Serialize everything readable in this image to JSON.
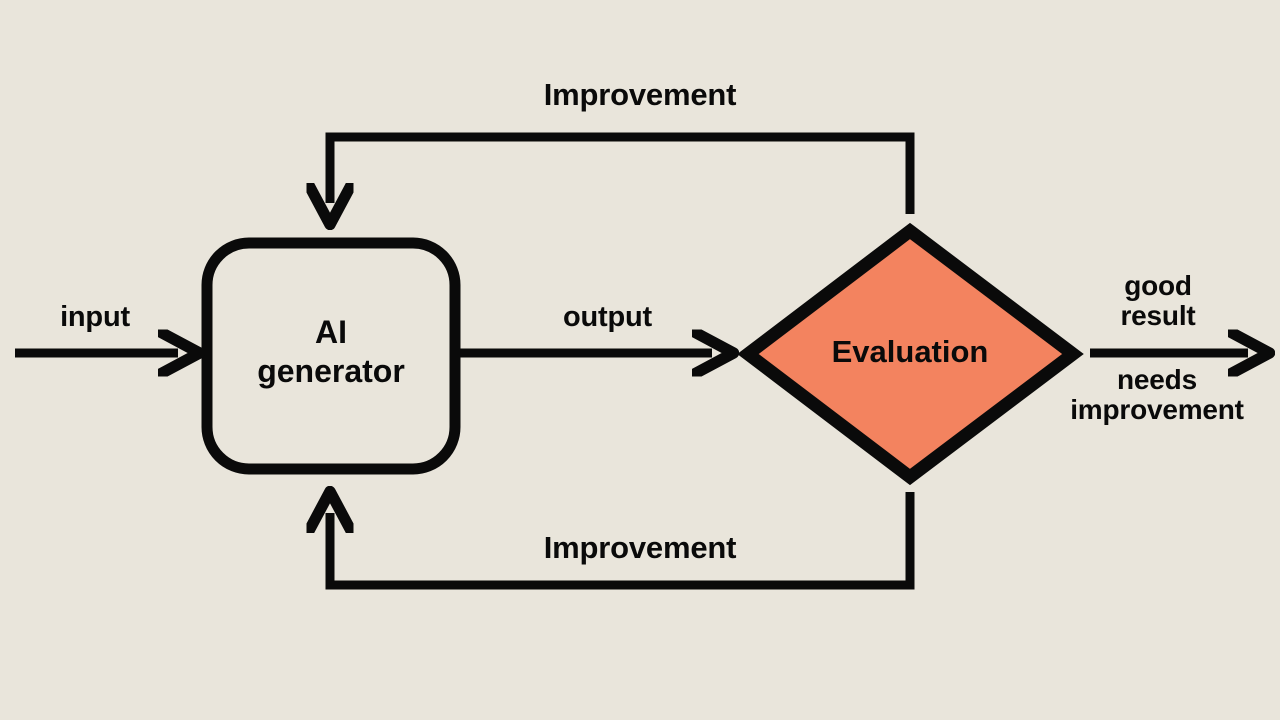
{
  "diagram": {
    "title": "AI generator evaluation feedback loop",
    "background_color": "#E9E5DB",
    "stroke_color": "#0A0A0A",
    "nodes": [
      {
        "id": "ai-generator",
        "shape": "rounded-rectangle",
        "line1": "AI",
        "line2": "generator",
        "fill": "#E9E5DB",
        "stroke": "#0A0A0A"
      },
      {
        "id": "evaluation",
        "shape": "diamond",
        "label": "Evaluation",
        "fill": "#F3835F",
        "stroke": "#0A0A0A"
      }
    ],
    "edges": [
      {
        "id": "input-edge",
        "label": "input",
        "from": "external",
        "to": "ai-generator",
        "direction": "right"
      },
      {
        "id": "output-edge",
        "label": "output",
        "from": "ai-generator",
        "to": "evaluation",
        "direction": "right"
      },
      {
        "id": "result-edge",
        "label_above": "good\nresult",
        "label_below": "needs\nimprovement",
        "from": "evaluation",
        "to": "external",
        "direction": "right"
      },
      {
        "id": "improvement-top-edge",
        "label": "Improvement",
        "from": "evaluation",
        "to": "ai-generator",
        "direction": "down-left-loop"
      },
      {
        "id": "improvement-bottom-edge",
        "label": "Improvement",
        "from": "evaluation",
        "to": "ai-generator",
        "direction": "up-left-loop"
      }
    ],
    "labels": {
      "improvement_top": "Improvement",
      "improvement_bottom": "Improvement",
      "input": "input",
      "output": "output",
      "good_result": "good\nresult",
      "needs_improvement": "needs\nimprovement",
      "ai_generator": "AI\ngenerator",
      "evaluation": "Evaluation"
    }
  }
}
